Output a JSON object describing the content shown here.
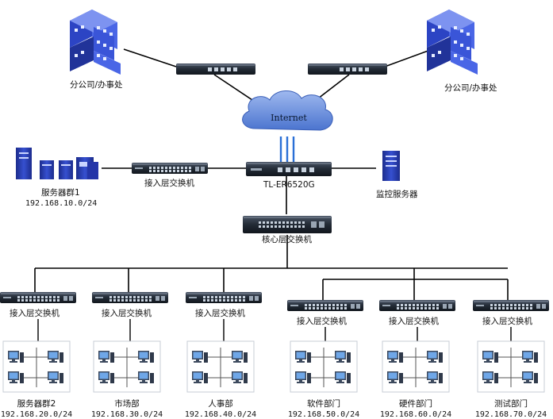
{
  "nodes": {
    "branch_left": {
      "label": "分公司/办事处"
    },
    "branch_right": {
      "label": "分公司/办事处"
    },
    "internet": {
      "label": "Internet"
    },
    "router": {
      "label": "TL-ER6520G"
    },
    "access_top": {
      "label": "接入层交换机"
    },
    "server_group1": {
      "label": "服务器群1",
      "subnet": "192.168.10.0/24"
    },
    "monitor": {
      "label": "监控服务器"
    },
    "core": {
      "label": "核心层交换机"
    }
  },
  "departments": [
    {
      "switch_label": "接入层交换机",
      "name": "服务器群2",
      "subnet": "192.168.20.0/24"
    },
    {
      "switch_label": "接入层交换机",
      "name": "市场部",
      "subnet": "192.168.30.0/24"
    },
    {
      "switch_label": "接入层交换机",
      "name": "人事部",
      "subnet": "192.168.40.0/24"
    },
    {
      "switch_label": "接入层交换机",
      "name": "软件部门",
      "subnet": "192.168.50.0/24"
    },
    {
      "switch_label": "接入层交换机",
      "name": "硬件部门",
      "subnet": "192.168.60.0/24"
    },
    {
      "switch_label": "接入层交换机",
      "name": "测试部门",
      "subnet": "192.168.70.0/24"
    }
  ],
  "colors": {
    "building": "#3a55d8",
    "building_dark": "#1e2f9a",
    "cloud": "#5f86d8",
    "server": "#2b3fb5",
    "device": "#1f2a38",
    "link": "#000000",
    "fiber": "#2a6fd6"
  }
}
